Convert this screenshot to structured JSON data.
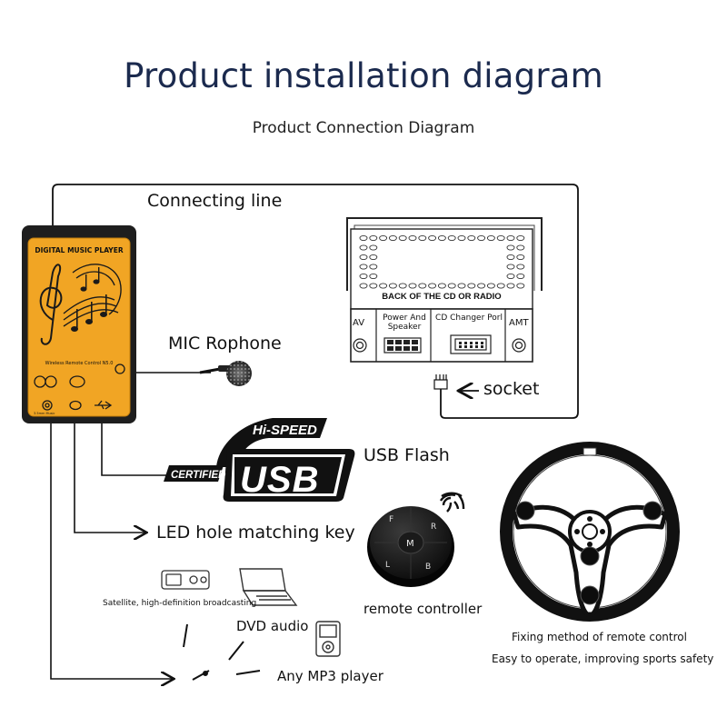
{
  "title": "Product installation diagram",
  "subtitle": "Product Connection Diagram",
  "labels": {
    "connecting_line": "Connecting line",
    "mic": "MIC Rophone",
    "socket": "socket",
    "usb_flash": "USB Flash",
    "led_key": "LED hole matching key",
    "satellite": "Satellite, high-definition broadcasting",
    "dvd": "DVD audio",
    "mp3": "Any MP3 player",
    "remote_controller": "remote controller",
    "fixing": "Fixing method of remote control",
    "easy": "Easy to operate, improving sports safety"
  },
  "player": {
    "header": "DIGITAL MUSIC PLAYER",
    "model": "Wireless Remote Control N5.0",
    "jack": "3.5mm Music"
  },
  "radio": {
    "back_label": "BACK OF THE CD OR RADIO",
    "av": "AV",
    "power": "Power And Speaker",
    "cd_changer": "CD Changer Porl",
    "amt": "AMT"
  },
  "usb_logo": {
    "hi_speed": "Hi-SPEED",
    "certified": "CERTIFIED",
    "usb": "USB"
  },
  "remote_keys": [
    "F",
    "R",
    "B",
    "L",
    "M"
  ],
  "colors": {
    "title": "#1b2a4e",
    "player_face": "#f1a524",
    "player_body": "#1e1e1e"
  }
}
